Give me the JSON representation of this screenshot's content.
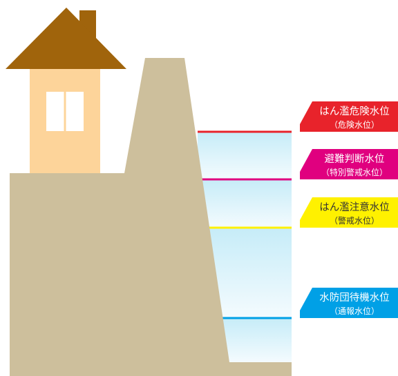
{
  "colors": {
    "roof": "#a0640c",
    "house_wall": "#fdd49a",
    "window": "#ffffff",
    "ground": "#cdbf9c",
    "water_top": "#c6ecf8",
    "water_bottom": "#f4fbfe",
    "danger": "#e8232b",
    "evacuation": "#e0007f",
    "caution": "#fff100",
    "standby": "#00a0e6"
  },
  "levels": [
    {
      "id": "danger",
      "line1": "はん濫危険水位",
      "line2": "（危険水位）",
      "text_color": "#ffffff"
    },
    {
      "id": "evacuation",
      "line1": "避難判断水位",
      "line2": "（特別警戒水位）",
      "text_color": "#ffffff"
    },
    {
      "id": "caution",
      "line1": "はん濫注意水位",
      "line2": "（警戒水位）",
      "text_color": "#333333"
    },
    {
      "id": "standby",
      "line1": "水防団待機水位",
      "line2": "（通報水位）",
      "text_color": "#ffffff"
    }
  ]
}
